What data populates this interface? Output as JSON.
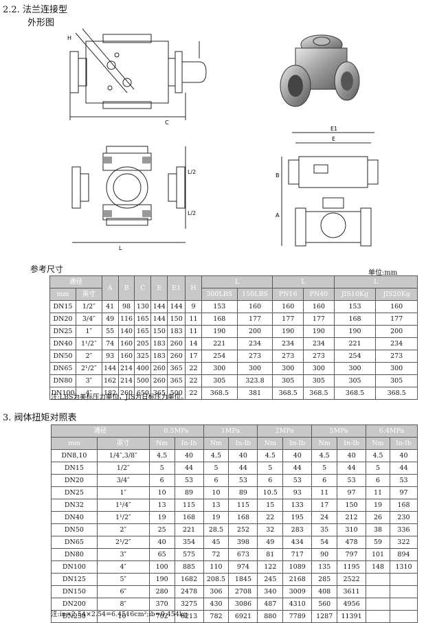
{
  "section22": {
    "title": "2.2. 法兰连接型",
    "subtitle": "外形图"
  },
  "drawing_labels": {
    "h": "H",
    "c": "C",
    "l": "L",
    "l_half_top": "L/2",
    "l_half_bottom": "L/2",
    "e1": "E1",
    "e": "E",
    "b": "B",
    "a": "A"
  },
  "ref_title": "参考尺寸",
  "ref_unit": "单位:mm",
  "table1": {
    "header1": [
      "通径",
      "A",
      "B",
      "C",
      "E",
      "E1",
      "H",
      "L",
      "L",
      "L"
    ],
    "header2": [
      "mm",
      "英寸",
      "300LBS",
      "150LBS",
      "PN16",
      "PN40",
      "JIS10Kg",
      "JIS20Kg"
    ],
    "rows": [
      [
        "DN15",
        "1/2″",
        "41",
        "98",
        "130",
        "144",
        "144",
        "9",
        "153",
        "160",
        "160",
        "160",
        "153",
        "160"
      ],
      [
        "DN20",
        "3/4″",
        "49",
        "116",
        "165",
        "144",
        "150",
        "11",
        "168",
        "177",
        "177",
        "177",
        "168",
        "177"
      ],
      [
        "DN25",
        "1″",
        "55",
        "140",
        "165",
        "150",
        "183",
        "11",
        "190",
        "200",
        "190",
        "190",
        "190",
        "200"
      ],
      [
        "DN40",
        "1¹/2″",
        "74",
        "160",
        "205",
        "183",
        "260",
        "14",
        "221",
        "234",
        "234",
        "234",
        "221",
        "234"
      ],
      [
        "DN50",
        "2″",
        "93",
        "160",
        "325",
        "183",
        "260",
        "17",
        "254",
        "273",
        "273",
        "273",
        "254",
        "273"
      ],
      [
        "DN65",
        "2¹/2″",
        "144",
        "214",
        "400",
        "260",
        "365",
        "22",
        "300",
        "300",
        "300",
        "300",
        "300",
        "300"
      ],
      [
        "DN80",
        "3″",
        "162",
        "214",
        "500",
        "260",
        "365",
        "22",
        "305",
        "323.8",
        "305",
        "305",
        "305",
        "305"
      ],
      [
        "DN100",
        "4″",
        "182",
        "260",
        "650",
        "365",
        "500",
        "22",
        "368.5",
        "381",
        "368.5",
        "368.5",
        "368.5",
        "368.5"
      ]
    ],
    "note": "注:LBS为美标压力单位，JIS为日标压力单位。"
  },
  "section3": {
    "title": "3. 阀体扭矩对照表"
  },
  "table2": {
    "header1": [
      "通径",
      "0.5MPa",
      "1MPa",
      "2MPa",
      "5MPa",
      "6.4MPa"
    ],
    "header2": [
      "mm",
      "英寸",
      "Nm",
      "In-Ib",
      "Nm",
      "In-Ib",
      "Nm",
      "In-Ib",
      "Nm",
      "In-Ib",
      "Nm",
      "In-Ib"
    ],
    "rows": [
      [
        "DN8,10",
        "1/4″,3/8″",
        "4.5",
        "40",
        "4.5",
        "40",
        "4.5",
        "40",
        "4.5",
        "40",
        "4.5",
        "40"
      ],
      [
        "DN15",
        "1/2″",
        "5",
        "44",
        "5",
        "44",
        "5",
        "44",
        "5",
        "44",
        "5",
        "44"
      ],
      [
        "DN20",
        "3/4″",
        "6",
        "53",
        "6",
        "53",
        "6",
        "53",
        "6",
        "53",
        "6",
        "53"
      ],
      [
        "DN25",
        "1″",
        "10",
        "89",
        "10",
        "89",
        "10.5",
        "93",
        "11",
        "97",
        "11",
        "97"
      ],
      [
        "DN32",
        "1¹/4″",
        "13",
        "115",
        "13",
        "115",
        "15",
        "133",
        "17",
        "150",
        "19",
        "168"
      ],
      [
        "DN40",
        "1¹/2″",
        "19",
        "168",
        "19",
        "168",
        "22",
        "195",
        "24",
        "212",
        "26",
        "230"
      ],
      [
        "DN50",
        "2″",
        "25",
        "221",
        "28.5",
        "252",
        "32",
        "283",
        "35",
        "310",
        "38",
        "336"
      ],
      [
        "DN65",
        "2¹/2″",
        "40",
        "354",
        "45",
        "398",
        "49",
        "434",
        "54",
        "478",
        "59",
        "322"
      ],
      [
        "DN80",
        "3″",
        "65",
        "575",
        "72",
        "673",
        "81",
        "717",
        "90",
        "797",
        "101",
        "894"
      ],
      [
        "DN100",
        "4″",
        "100",
        "885",
        "110",
        "974",
        "122",
        "1089",
        "135",
        "1195",
        "148",
        "1310"
      ],
      [
        "DN125",
        "5″",
        "190",
        "1682",
        "208.5",
        "1845",
        "245",
        "2168",
        "285",
        "2522",
        "",
        ""
      ],
      [
        "DN150",
        "6″",
        "280",
        "2478",
        "306",
        "2708",
        "340",
        "3009",
        "408",
        "3611",
        "",
        ""
      ],
      [
        "DN200",
        "8″",
        "370",
        "3275",
        "430",
        "3086",
        "487",
        "4310",
        "560",
        "4956",
        "",
        ""
      ],
      [
        "DN250",
        "10″",
        "702",
        "6213",
        "782",
        "6921",
        "880",
        "7789",
        "1287",
        "11391",
        "",
        ""
      ]
    ],
    "note": "注:in=2.54×2.54=6.4516cm²;ib=0.454kg"
  }
}
